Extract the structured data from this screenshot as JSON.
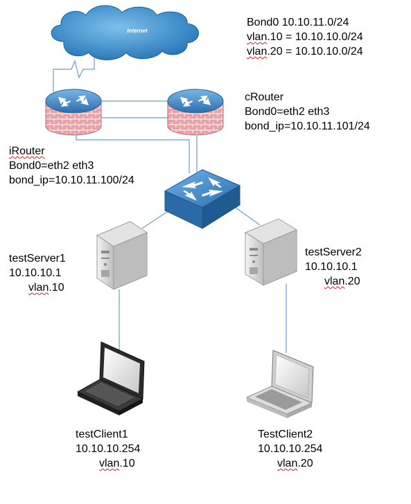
{
  "cloud": {
    "label": "Internet"
  },
  "network_info": {
    "bond0": "Bond0 10.10.11.0/24",
    "vlan10": {
      "prefix": "vlan",
      "rest": ".10 = 10.10.10.0/24"
    },
    "vlan20": {
      "prefix": "vlan",
      "rest": ".20 = 10.10.10.0/24"
    }
  },
  "irouter": {
    "name": "iRouter",
    "bond": "Bond0=eth2 eth3",
    "bond_ip": "bond_ip=10.10.11.100/24"
  },
  "crouter": {
    "name": "cRouter",
    "bond": "Bond0=eth2 eth3",
    "bond_ip": "bond_ip=10.10.11.101/24"
  },
  "test_server1": {
    "name": "testServer1",
    "ip": "10.10.10.1",
    "vlan": {
      "prefix": "vlan",
      "rest": ".10"
    }
  },
  "test_server2": {
    "name": "testServer2",
    "ip": "10.10.10.1",
    "vlan": {
      "prefix": "vlan",
      "rest": ".20"
    }
  },
  "test_client1": {
    "name": "testClient1",
    "ip": "10.10.10.254",
    "vlan": {
      "prefix": "vlan",
      "rest": ".10"
    }
  },
  "test_client2": {
    "name": "TestClient2",
    "ip": "10.10.10.254",
    "vlan": {
      "prefix": "vlan",
      "rest": ".20"
    }
  },
  "colors": {
    "cloud_blue": "#2f86c6",
    "router_red": "#d9878f",
    "switch_blue": "#2e7fc0",
    "link_blue": "#6f9ccd",
    "server_gray": "#c9c9c9",
    "laptop_dark": "#2b2b2b",
    "laptop_light": "#cfcfcf"
  }
}
